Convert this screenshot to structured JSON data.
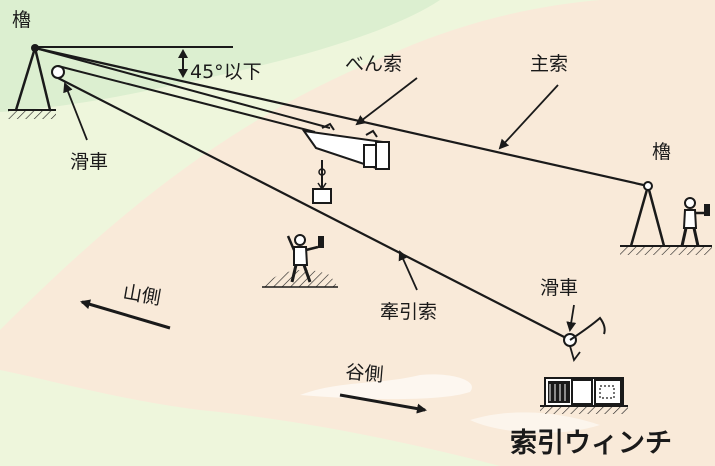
{
  "colors": {
    "background": "#eef6dc",
    "slope": "#f9ead9",
    "hill": "#dcefd0",
    "line": "#1a1a1a"
  },
  "labels": {
    "tower_left": "櫓",
    "tower_right": "櫓",
    "angle": "45°以下",
    "bensaku": "べん索",
    "main_cable": "主索",
    "pulley_left": "滑車",
    "pulley_right": "滑車",
    "traction_cable": "牽引索",
    "uphill": "山側",
    "downhill": "谷側",
    "winch": "索引ウィンチ"
  }
}
